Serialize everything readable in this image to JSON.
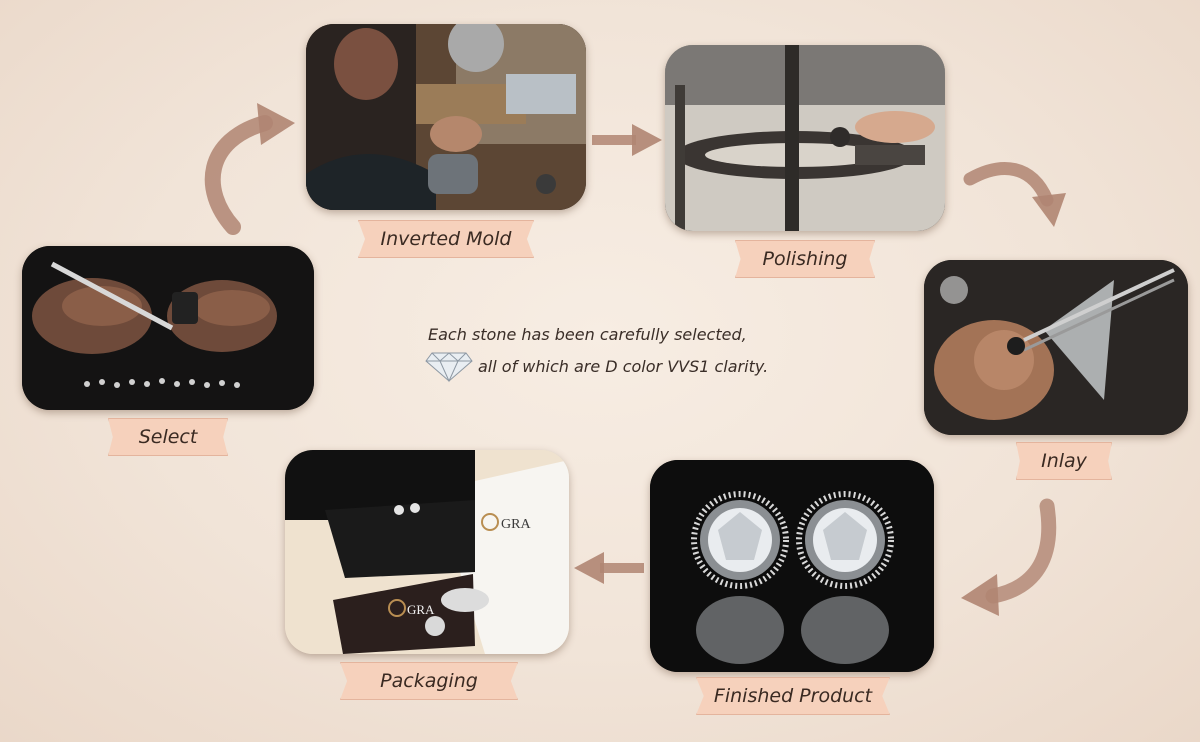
{
  "steps": [
    {
      "label": "Select"
    },
    {
      "label": "Inverted Mold"
    },
    {
      "label": "Polishing"
    },
    {
      "label": "Inlay"
    },
    {
      "label": "Finished Product"
    },
    {
      "label": "Packaging"
    }
  ],
  "caption": {
    "line1": "Each stone has been carefully selected,",
    "line2": "all of which are D color VVS1 clarity."
  },
  "packaging_text": {
    "report_logo": "GRA",
    "card_logo": "GRA"
  },
  "colors": {
    "background": "#f1e4d8",
    "label_fill": "#f6d1bc",
    "arrow": "#b08572"
  }
}
